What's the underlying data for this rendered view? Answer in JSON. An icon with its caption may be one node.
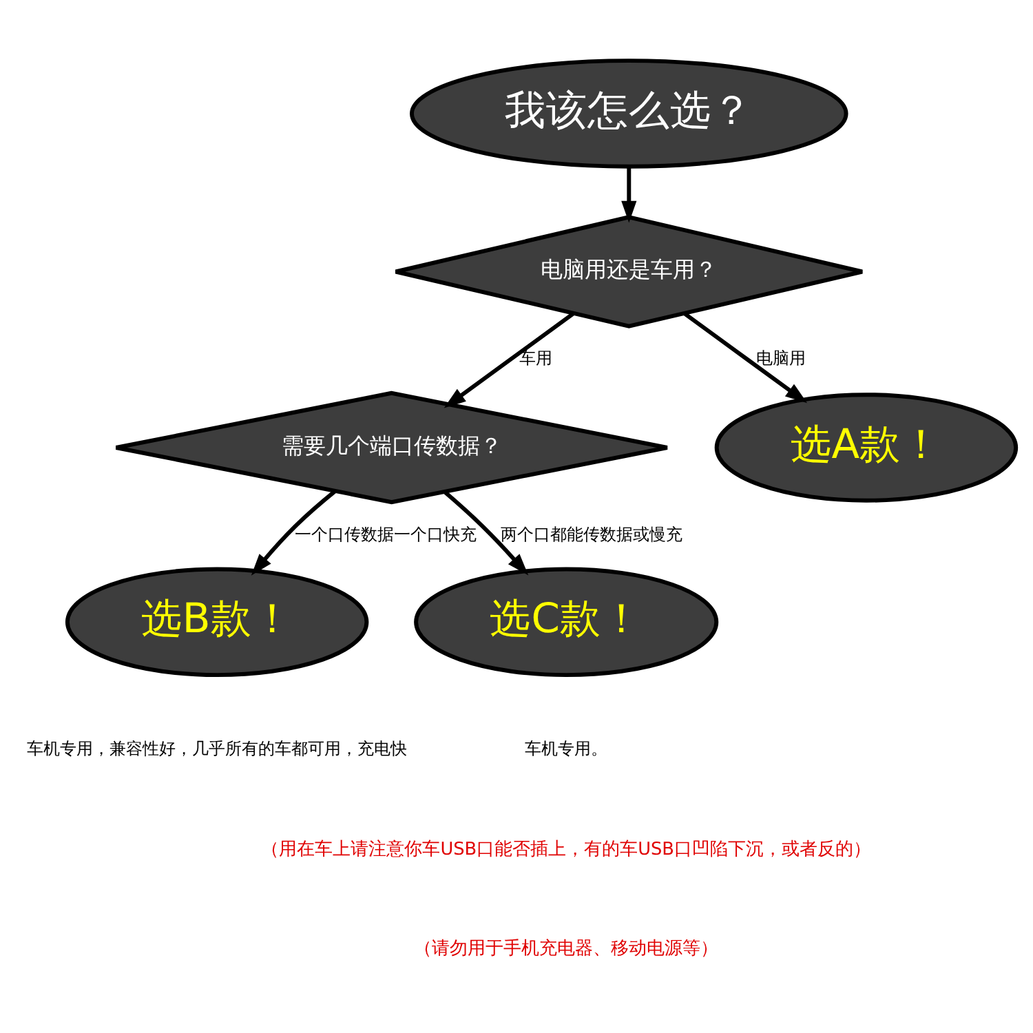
{
  "diagram": {
    "nodes": [
      {
        "text": [
          "我该怎么选？"
        ]
      },
      {
        "text": [
          "电脑用还是车用？"
        ]
      },
      {
        "text": [
          "需要几个端口传数据？"
        ]
      },
      {
        "text": [
          "选A款！"
        ]
      },
      {
        "text": [
          "选B款！"
        ],
        "beside": [
          "车机专用，兼容性好，几乎所有的车都可用，充电快"
        ]
      },
      {
        "text": [
          "选C款！"
        ],
        "beside": [
          "车机专用。"
        ]
      }
    ],
    "edges": [
      {
        "from": 0,
        "to": 1,
        "arrow": "to"
      },
      {
        "from": 1,
        "to": 3,
        "label": "电脑用",
        "arrow": "to"
      },
      {
        "from": 1,
        "to": 2,
        "label": "车用",
        "arrow": "to"
      },
      {
        "from": 2,
        "to": 4,
        "label": "一个口传数据一个口快充",
        "arrow": "to"
      },
      {
        "from": 2,
        "to": 5,
        "label": "两个口都能传数据或慢充",
        "arrow": "to"
      }
    ],
    "labels": [
      "（用在车上请注意你车USB口能否插上，有的车USB口凹陷下沉，或者反的）",
      "（请勿用于手机充电器、移动电源等）"
    ]
  }
}
